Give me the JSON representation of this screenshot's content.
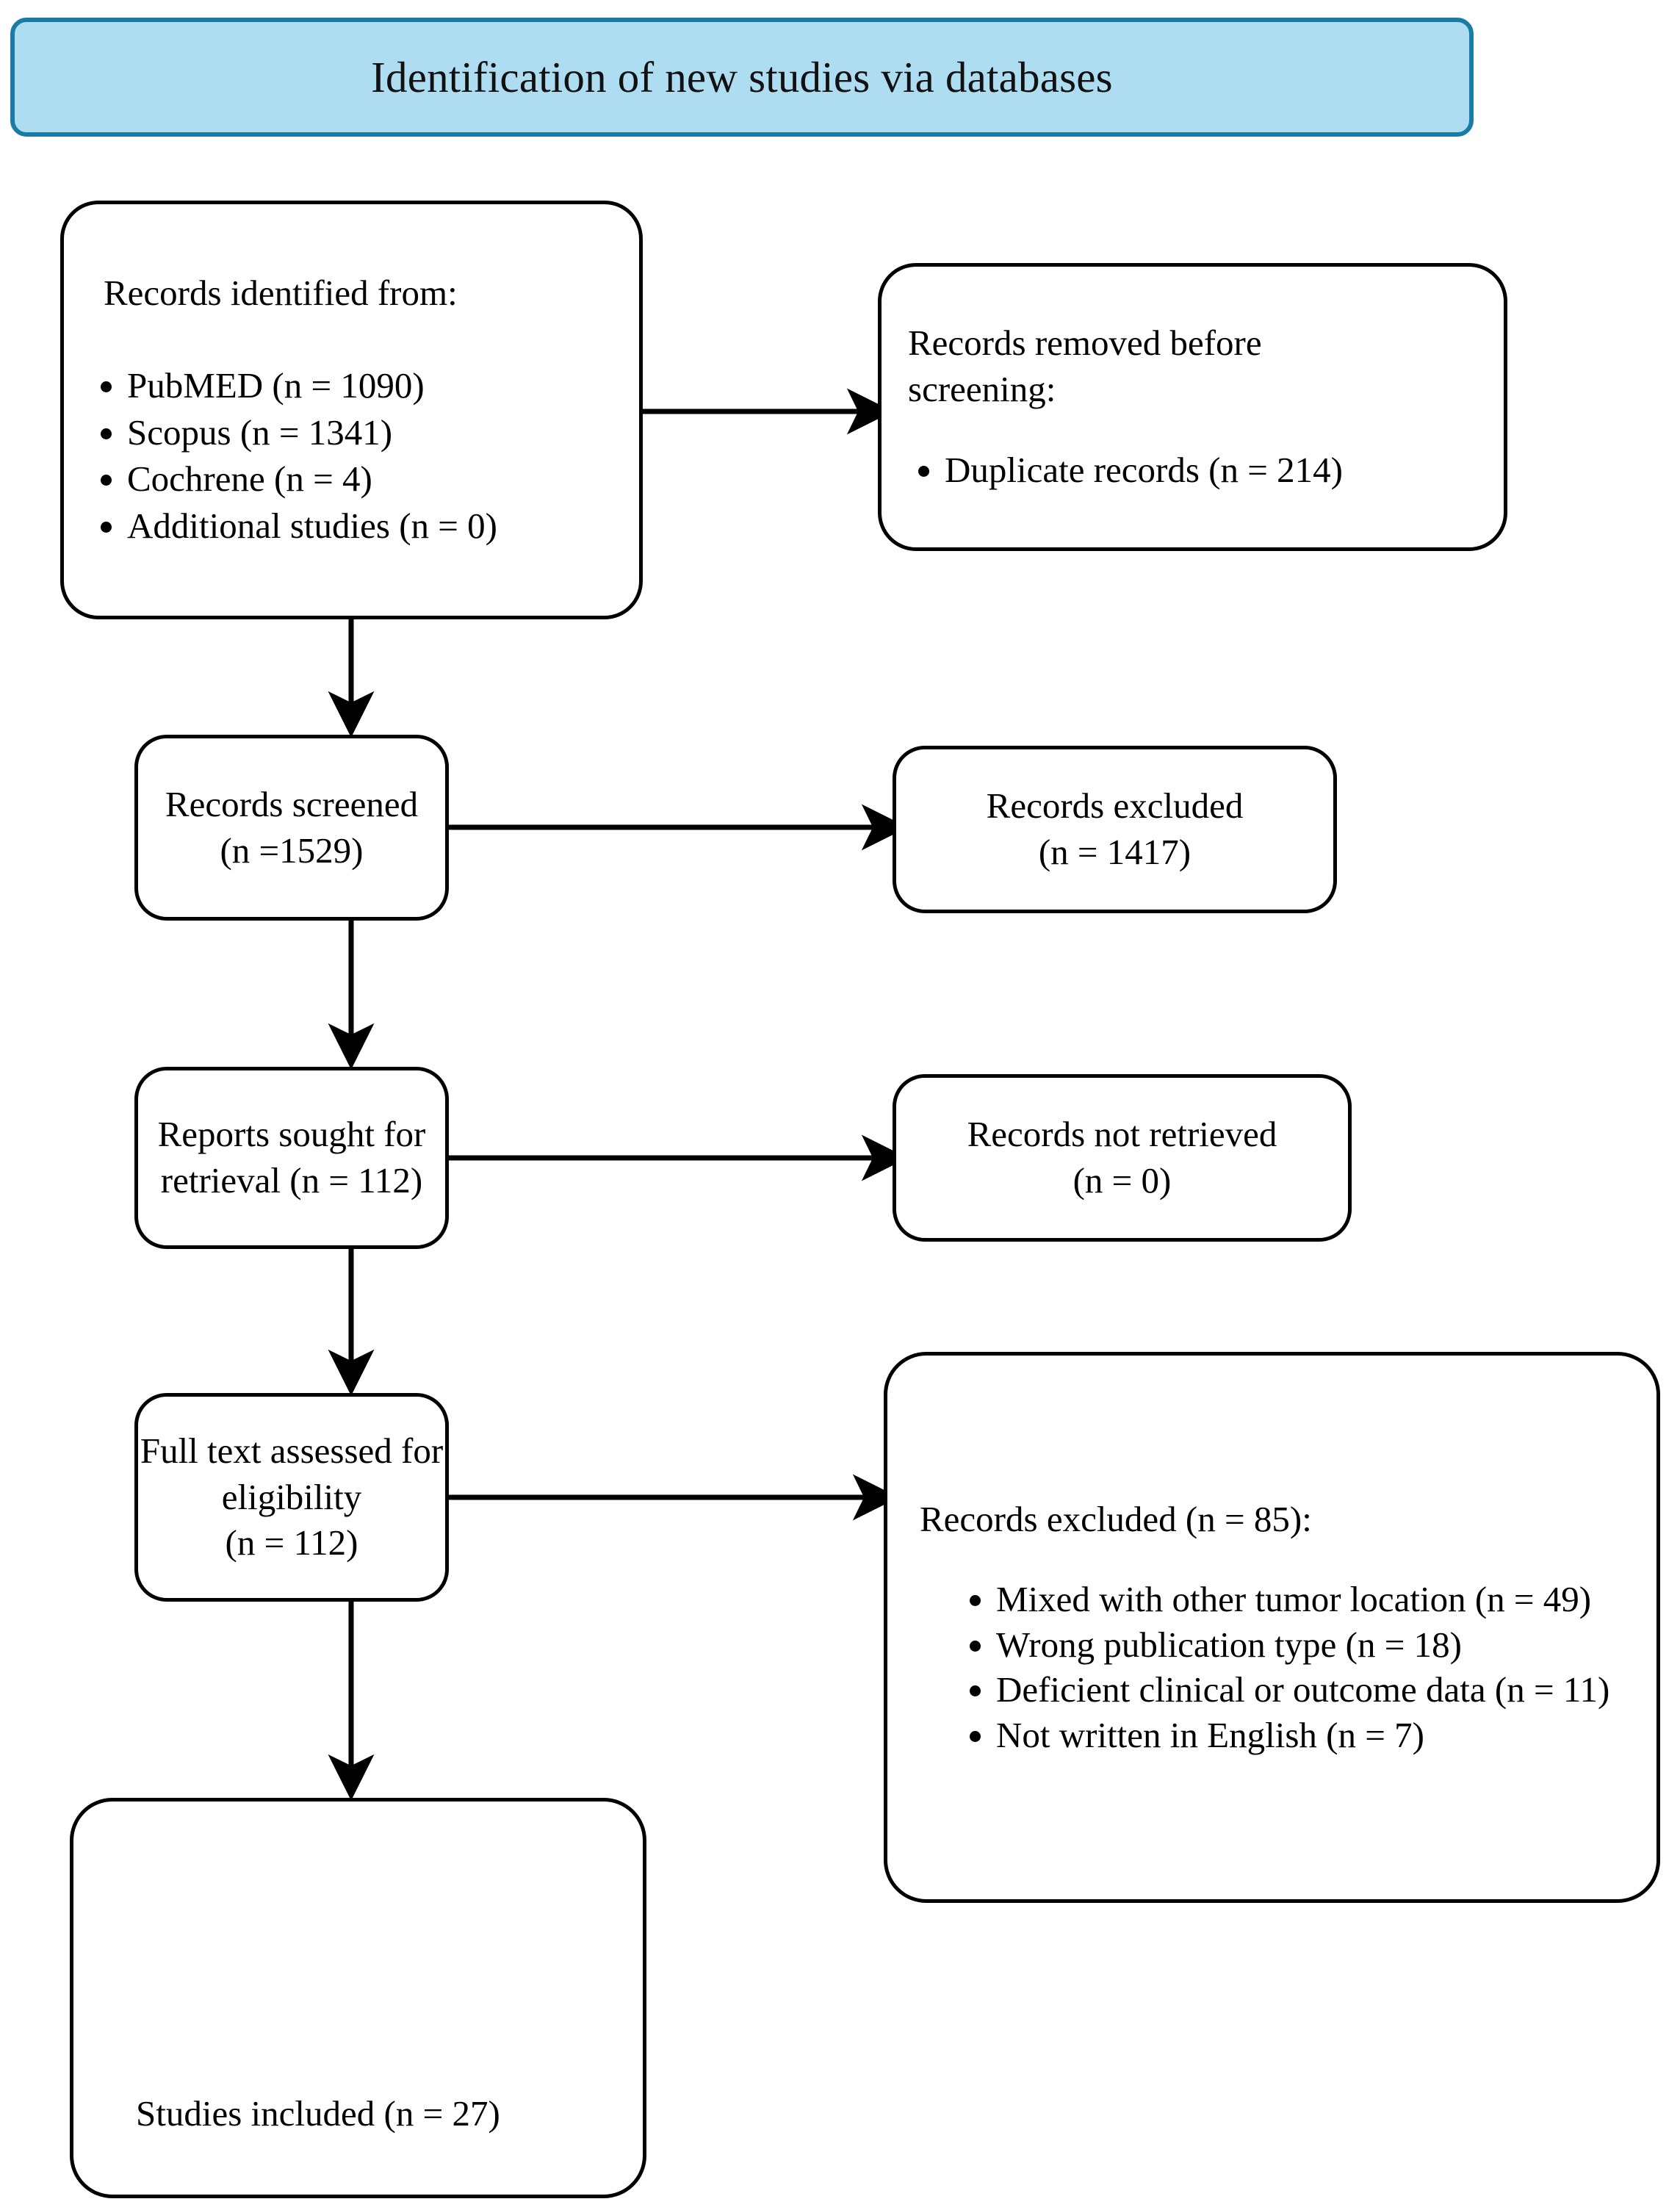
{
  "header": {
    "title": "Identification of new studies via databases",
    "fill_color": "#AEDCF0",
    "border_color": "#1A7BA4"
  },
  "flow": {
    "identified": {
      "title": "Records identified from:",
      "sources": [
        "PubMED (n = 1090)",
        "Scopus (n = 1341)",
        "Cochrene (n = 4)",
        "Additional studies (n = 0)"
      ]
    },
    "removed": {
      "title_line1": "Records removed before",
      "title_line2": "screening:",
      "items": [
        "Duplicate records (n = 214)"
      ]
    },
    "screened": {
      "line1": "Records screened",
      "line2": "(n =1529)"
    },
    "excluded_screening": {
      "line1": "Records excluded",
      "line2": "(n = 1417)"
    },
    "sought": {
      "line1": "Reports sought for",
      "line2": "retrieval (n = 112)"
    },
    "not_retrieved": {
      "line1": "Records not retrieved",
      "line2": "(n = 0)"
    },
    "fulltext": {
      "line1": "Full text assessed for",
      "line2": "eligibility",
      "line3": "(n = 112)"
    },
    "excluded_eligibility": {
      "title": "Records excluded (n = 85):",
      "reasons": [
        "Mixed with other tumor location (n = 49)",
        "Wrong publication type (n = 18)",
        "Deficient clinical or outcome data (n = 11)",
        "Not written in English (n = 7)"
      ]
    },
    "included": {
      "label": "Studies included (n = 27)"
    }
  },
  "connectors": {
    "identified_to_removed": "arrow-right",
    "identified_to_screened": "arrow-down",
    "screened_to_excluded": "arrow-right",
    "screened_to_sought": "arrow-down",
    "sought_to_notretrieved": "arrow-right",
    "sought_to_fulltext": "arrow-down",
    "fulltext_to_excluded2": "arrow-right",
    "fulltext_to_included": "arrow-down"
  }
}
